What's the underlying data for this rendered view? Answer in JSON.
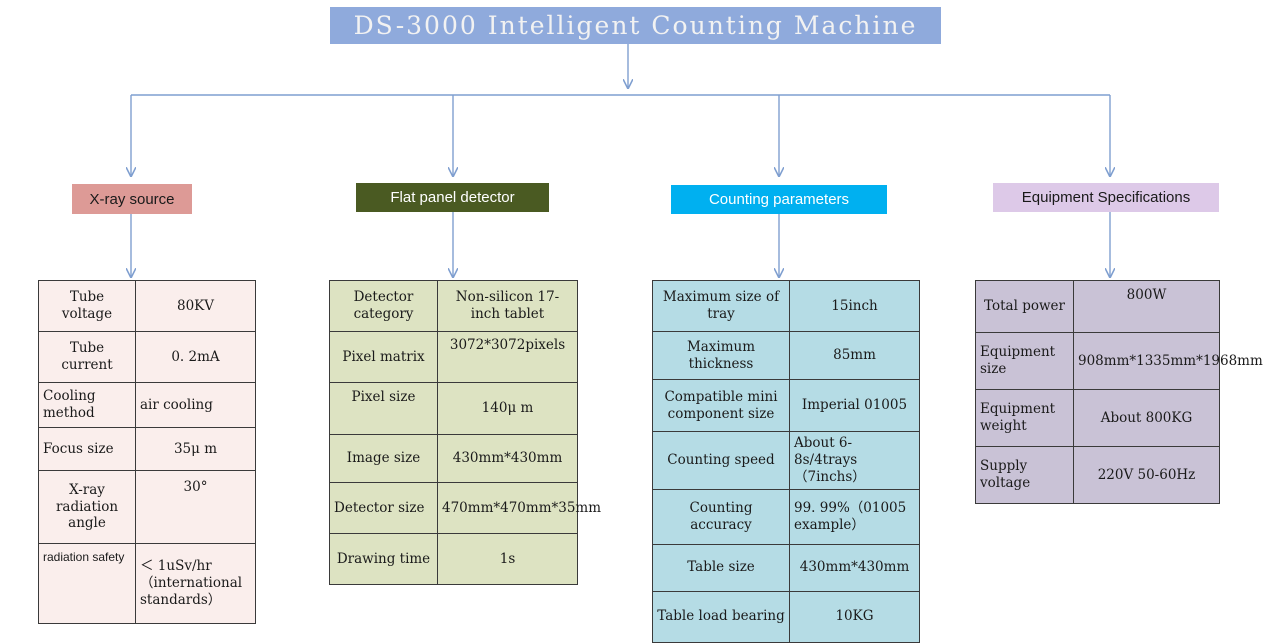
{
  "title": {
    "text": "DS-3000 Intelligent Counting Machine",
    "bg_color": "#8faadc",
    "text_color": "#f2f2f2"
  },
  "connector_color": "#7f9fd0",
  "branches": [
    {
      "id": "xray-source",
      "header": {
        "label": "X-ray source",
        "bg_color": "#dd9a96",
        "text_color": "#1a1a1a"
      },
      "table": {
        "bg_color": "#faeeec",
        "rows": [
          {
            "key": "Tube voltage",
            "value": "80KV"
          },
          {
            "key": "Tube current",
            "value": "0. 2mA"
          },
          {
            "key": "Cooling method",
            "value": "air cooling"
          },
          {
            "key": "Focus size",
            "value": "35μ m"
          },
          {
            "key": "X-ray radiation angle",
            "value": "30°"
          },
          {
            "key": "radiation safety",
            "value": "＜ 1uSv/hr（international standards）"
          }
        ]
      }
    },
    {
      "id": "flat-panel-detector",
      "header": {
        "label": "Flat panel detector",
        "bg_color": "#4a5a22",
        "text_color": "#ffffff"
      },
      "table": {
        "bg_color": "#dde3c2",
        "rows": [
          {
            "key": "Detector category",
            "value": "Non-silicon 17-inch tablet"
          },
          {
            "key": "Pixel matrix",
            "value": "3072*3072pixels"
          },
          {
            "key": "Pixel size",
            "value": "140μ m"
          },
          {
            "key": "Image size",
            "value": "430mm*430mm"
          },
          {
            "key": "Detector size",
            "value": "470mm*470mm*35mm"
          },
          {
            "key": "Drawing time",
            "value": "1s"
          }
        ]
      }
    },
    {
      "id": "counting-parameters",
      "header": {
        "label": "Counting parameters",
        "bg_color": "#00b0f0",
        "text_color": "#ffffff"
      },
      "table": {
        "bg_color": "#b5dce5",
        "rows": [
          {
            "key": "Maximum size of tray",
            "value": "15inch"
          },
          {
            "key": "Maximum thickness",
            "value": "85mm"
          },
          {
            "key": "Compatible mini component size",
            "value": "Imperial 01005"
          },
          {
            "key": "Counting speed",
            "value": "About 6-8s/4trays（7inchs）"
          },
          {
            "key": "Counting accuracy",
            "value": "99. 99%（01005 example）"
          },
          {
            "key": "Table size",
            "value": "430mm*430mm"
          },
          {
            "key": "Table load bearing",
            "value": "10KG"
          }
        ]
      }
    },
    {
      "id": "equipment-specifications",
      "header": {
        "label": "Equipment Specifications",
        "bg_color": "#ddc9e8",
        "text_color": "#1a1a1a"
      },
      "table": {
        "bg_color": "#c9c2d6",
        "rows": [
          {
            "key": "Total power",
            "value": "800W"
          },
          {
            "key": "Equipment size",
            "value": "908mm*1335mm*1968mm"
          },
          {
            "key": "Equipment weight",
            "value": "About 800KG"
          },
          {
            "key": "Supply voltage",
            "value": "220V  50-60Hz"
          }
        ]
      }
    }
  ]
}
